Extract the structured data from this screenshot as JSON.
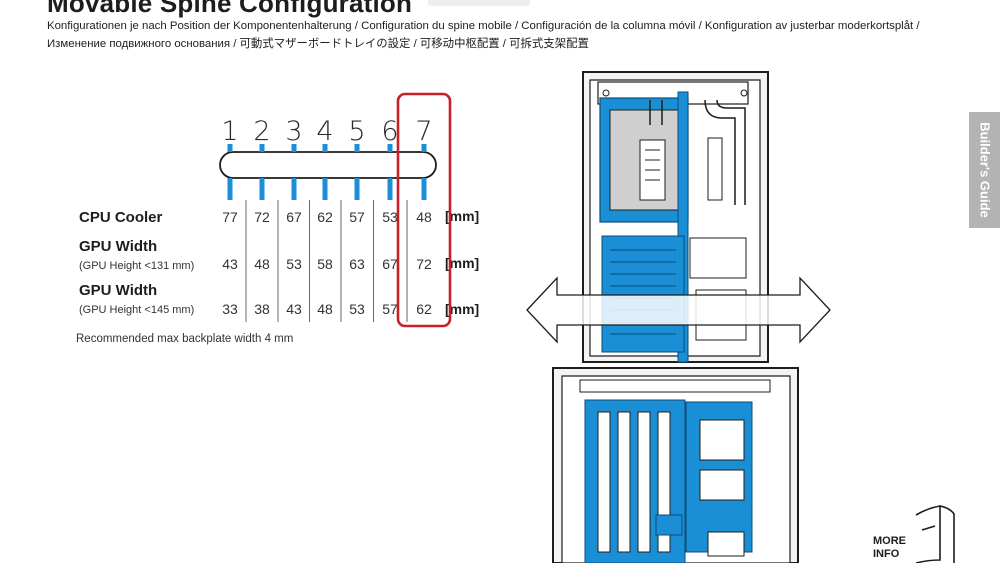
{
  "doc": {
    "title": "Movable Spine Configuration",
    "subtitle_line1": "Konfigurationen je nach Position der Komponentenhalterung / Configuration du spine mobile / Configuración de la columna móvil / Konfiguration av justerbar moderkortsplåt /",
    "subtitle_line2": "Изменение подвижного основания / 可動式マザーボードトレイの設定 / 可移动中枢配置 / 可拆式支架配置",
    "side_tab": "Builder's Guide",
    "more_info_line1": "MORE",
    "more_info_line2": "INFO"
  },
  "positions": [
    "1",
    "2",
    "3",
    "4",
    "5",
    "6",
    "7"
  ],
  "highlight_position": "7",
  "highlight_color": "#c8202a",
  "accent_color": "#1a8fd6",
  "unit": "[mm]",
  "rows": [
    {
      "label": "CPU Cooler",
      "sublabel": "",
      "values": [
        "77",
        "72",
        "67",
        "62",
        "57",
        "53",
        "48"
      ]
    },
    {
      "label": "GPU Width",
      "sublabel": "(GPU Height <131 mm)",
      "values": [
        "43",
        "48",
        "53",
        "58",
        "63",
        "67",
        "72"
      ]
    },
    {
      "label": "GPU Width",
      "sublabel": "(GPU Height <145 mm)",
      "values": [
        "33",
        "38",
        "43",
        "48",
        "53",
        "57",
        "62"
      ]
    }
  ],
  "note": "Recommended max backplate width 4 mm",
  "icons": [
    "double-arrow-icon",
    "book-icon"
  ]
}
